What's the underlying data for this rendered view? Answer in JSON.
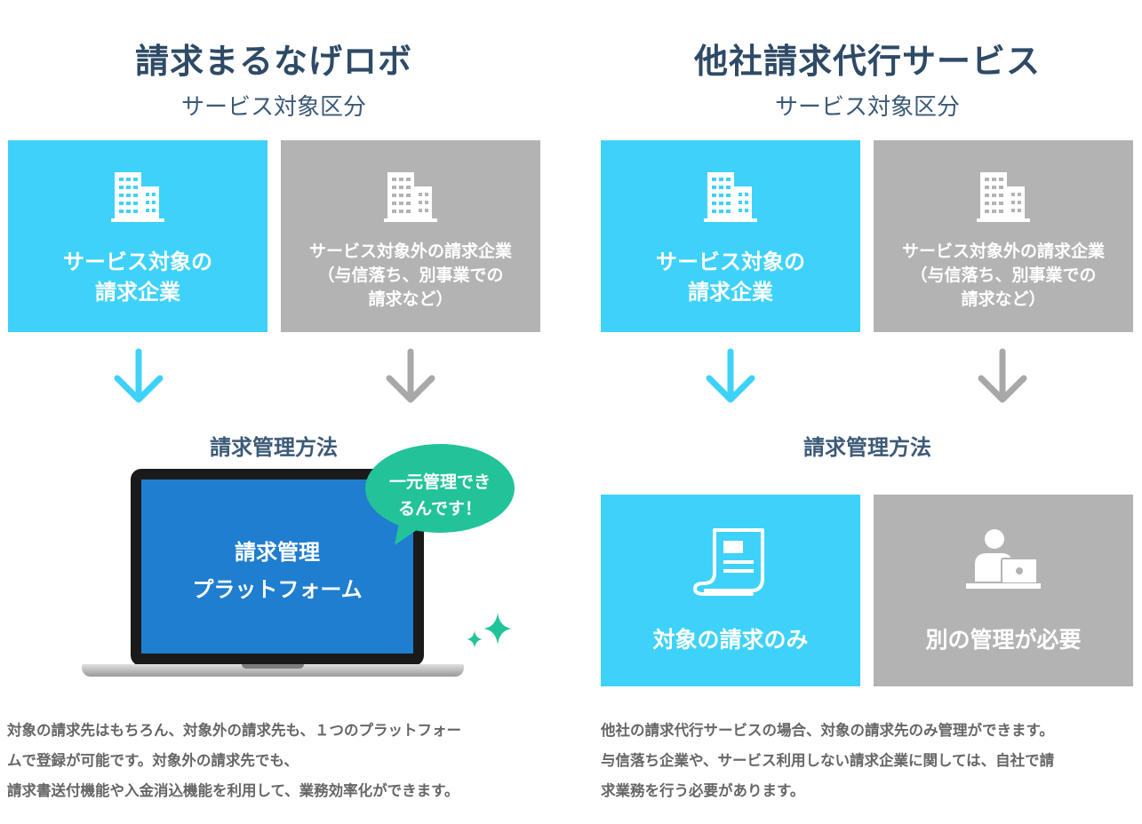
{
  "left": {
    "title": "請求まるなげロボ",
    "subtitle": "サービス対象区分",
    "box_target": [
      "サービス対象の",
      "請求企業"
    ],
    "box_nontarget": [
      "サービス対象外の請求企業",
      "（与信落ち、別事業での",
      "請求など）"
    ],
    "method_title": "請求管理方法",
    "screen_text": [
      "請求管理",
      "プラットフォーム"
    ],
    "bubble_text": [
      "一元管理でき",
      "るんです！"
    ],
    "description": [
      "対象の請求先はもちろん、対象外の請求先も、１つのプラットフォー",
      "ムで登録が可能です。対象外の請求先でも、",
      "請求書送付機能や入金消込機能を利用して、業務効率化ができます。"
    ]
  },
  "right": {
    "title": "他社請求代行サービス",
    "subtitle": "サービス対象区分",
    "box_target": [
      "サービス対象の",
      "請求企業"
    ],
    "box_nontarget": [
      "サービス対象外の請求企業",
      "（与信落ち、別事業での",
      "請求など）"
    ],
    "method_title": "請求管理方法",
    "method_target": "対象の請求のみ",
    "method_other": "別の管理が必要",
    "description": [
      "他社の請求代行サービスの場合、対象の請求先のみ管理ができます。",
      "与信落ち企業や、サービス利用しない請求企業に関しては、自社で請",
      "求業務を行う必要があります。"
    ]
  },
  "colors": {
    "blue": "#3ed2fa",
    "gray": "#b3b3b3",
    "title": "#2e4a66",
    "screen": "#1f7ecf",
    "bubble": "#23c39a"
  },
  "icons": [
    "building-icon",
    "arrow-down-icon",
    "document-scroll-icon",
    "person-laptop-icon",
    "sparkle-icon"
  ]
}
